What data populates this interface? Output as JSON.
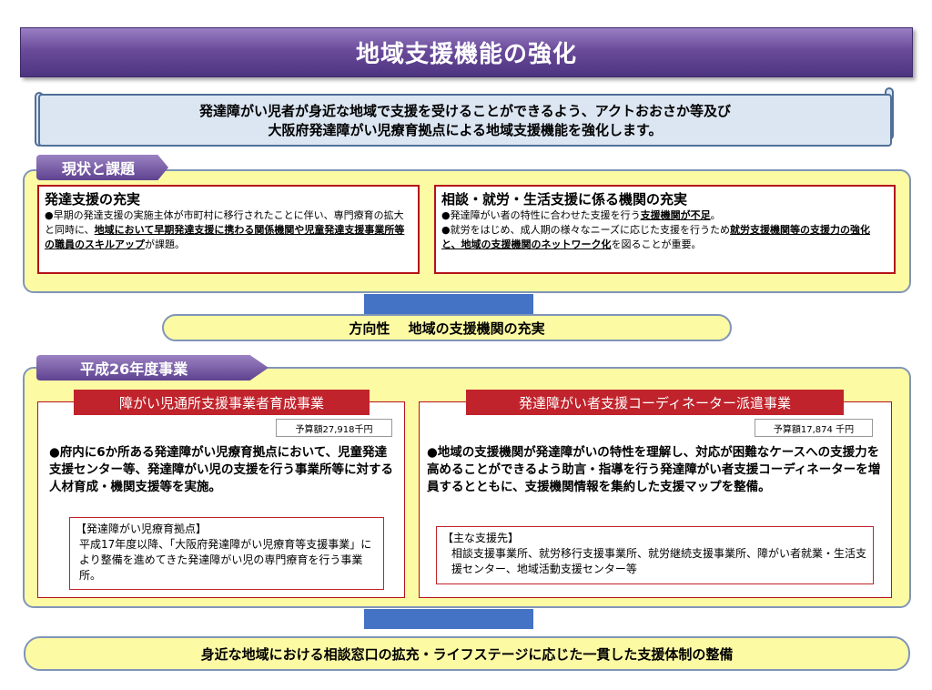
{
  "title": "地域支援機能の強化",
  "intro": {
    "line1": "発達障がい児者が身近な地域で支援を受けることができるよう、アクトおおさか等及び",
    "line2": "大阪府発達障がい児療育拠点による地域支援機能を強化します。"
  },
  "current": {
    "tag": "現状と課題",
    "left": {
      "heading": "発達支援の充実",
      "text_a": "●早期の発達支援の実施主体が市町村に移行されたことに伴い、専門療育の拡大と同時に、",
      "text_u": "地域において早期発達支援に携わる関係機関や児童発達支援事業所等の職員のスキルアップ",
      "text_b": "が課題。"
    },
    "right": {
      "heading": "相談・就労・生活支援に係る機関の充実",
      "b1_a": "●発達障がい者の特性に合わせた支援を行う",
      "b1_u": "支援機関が不足",
      "b1_b": "。",
      "b2_a": "●就労をはじめ、成人期の様々なニーズに応じた支援を行うため",
      "b2_u": "就労支援機関等の支援力の強化と、地域の支援機関のネットワーク化",
      "b2_b": "を図ることが重要。"
    }
  },
  "direction": "方向性　 地域の支援機関の充実",
  "projects": {
    "tag": "平成26年度事業",
    "left": {
      "head": "障がい児通所支援事業者育成事業",
      "budget": "予算額27,918千円",
      "body": "●府内に6か所ある発達障がい児療育拠点において、児童発達支援センター等、発達障がい児の支援を行う事業所等に対する人材育成・機関支援等を実施。",
      "note_title": "【発達障がい児療育拠点】",
      "note_text": "平成17年度以降、「大阪府発達障がい児療育等支援事業」により整備を進めてきた発達障がい児の専門療育を行う事業所。"
    },
    "right": {
      "head": "発達障がい者支援コーディネーター派遣事業",
      "budget": "予算額17,874 千円",
      "body": "●地域の支援機関が発達障がいの特性を理解し、対応が困難なケースへの支援力を高めることができるよう助言・指導を行う発達障がい者支援コーディネーターを増員するとともに、支援機関情報を集約した支援マップを整備。",
      "note_title": "【主な支援先】",
      "note_text": "相談支援事業所、就労移行支援事業所、就労継続支援事業所、障がい者就業・生活支援センター、地域活動支援センター等"
    }
  },
  "conclusion": "身近な地域における相談窓口の拡充・ライフステージに応じた一貫した支援体制の整備",
  "colors": {
    "title_purple": "#6a4b9a",
    "intro_blue": "#dce6f2",
    "section_yellow": "#fdfaa4",
    "card_red": "#c0232b",
    "arrow_blue": "#4472c4"
  }
}
